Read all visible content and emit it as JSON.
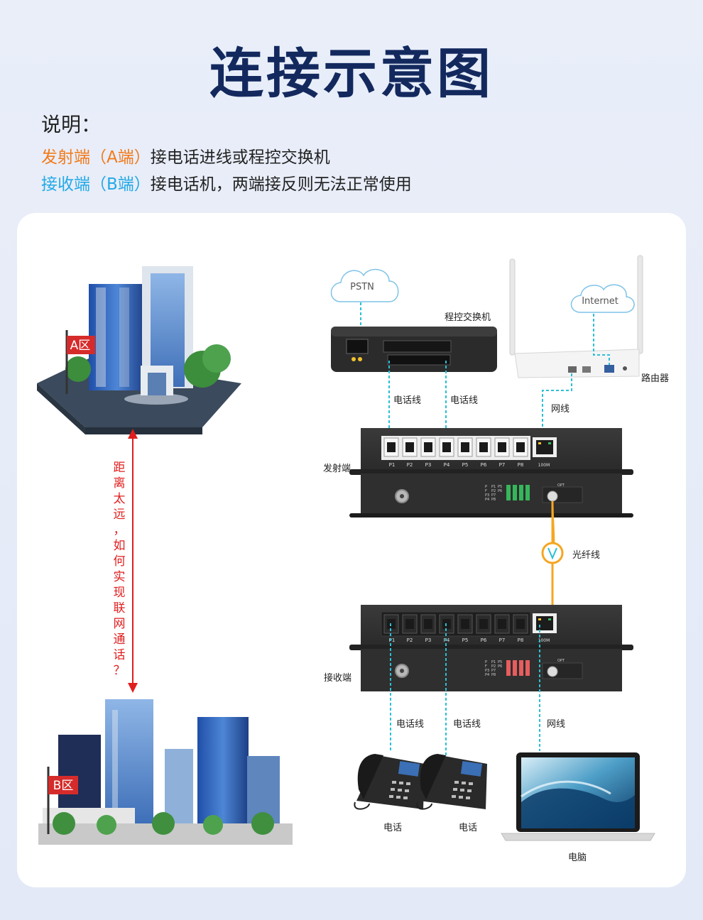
{
  "title": "连接示意图",
  "description": {
    "label": "说明：",
    "line_a_highlight": "发射端（A端）",
    "line_a_rest": "接电话进线或程控交换机",
    "line_b_highlight": "接收端（B端）",
    "line_b_rest": "接电话机，两端接反则无法正常使用"
  },
  "zones": {
    "a": "A区",
    "b": "B区"
  },
  "distance_text": [
    "距",
    "离",
    "太",
    "远",
    "，",
    "如",
    "何",
    "实",
    "现",
    "联",
    "网",
    "通",
    "话",
    "？"
  ],
  "labels": {
    "pstn": "PSTN",
    "internet": "Internet",
    "pbx": "程控交换机",
    "router": "路由器",
    "phone_line_1": "电话线",
    "phone_line_2": "电话线",
    "network_line_top": "网线",
    "transmitter": "发射端",
    "fiber": "光纤线",
    "receiver": "接收端",
    "phone_line_3": "电话线",
    "phone_line_4": "电话线",
    "network_line_bottom": "网线",
    "phone_1": "电话",
    "phone_2": "电话",
    "computer": "电脑"
  },
  "device": {
    "ports": [
      "P1",
      "P2",
      "P3",
      "P4",
      "P5",
      "P6",
      "P7",
      "P8"
    ],
    "eth_label": "100M",
    "opt_label": "OPT",
    "led_col1": [
      "P",
      "F",
      "P3",
      "P4"
    ],
    "led_col2": [
      "P1",
      "P2",
      "P7",
      "P8"
    ],
    "led_col3": [
      "P5",
      "P6",
      "",
      ""
    ]
  },
  "colors": {
    "title": "#13295e",
    "tx_highlight": "#f27a1a",
    "rx_highlight": "#22a9e6",
    "fiber": "#f5a623",
    "cable_dashed": "#2bbfd6",
    "distance": "#e11e1e",
    "led_tx": "#36b65b",
    "led_rx": "#e85d5d"
  }
}
